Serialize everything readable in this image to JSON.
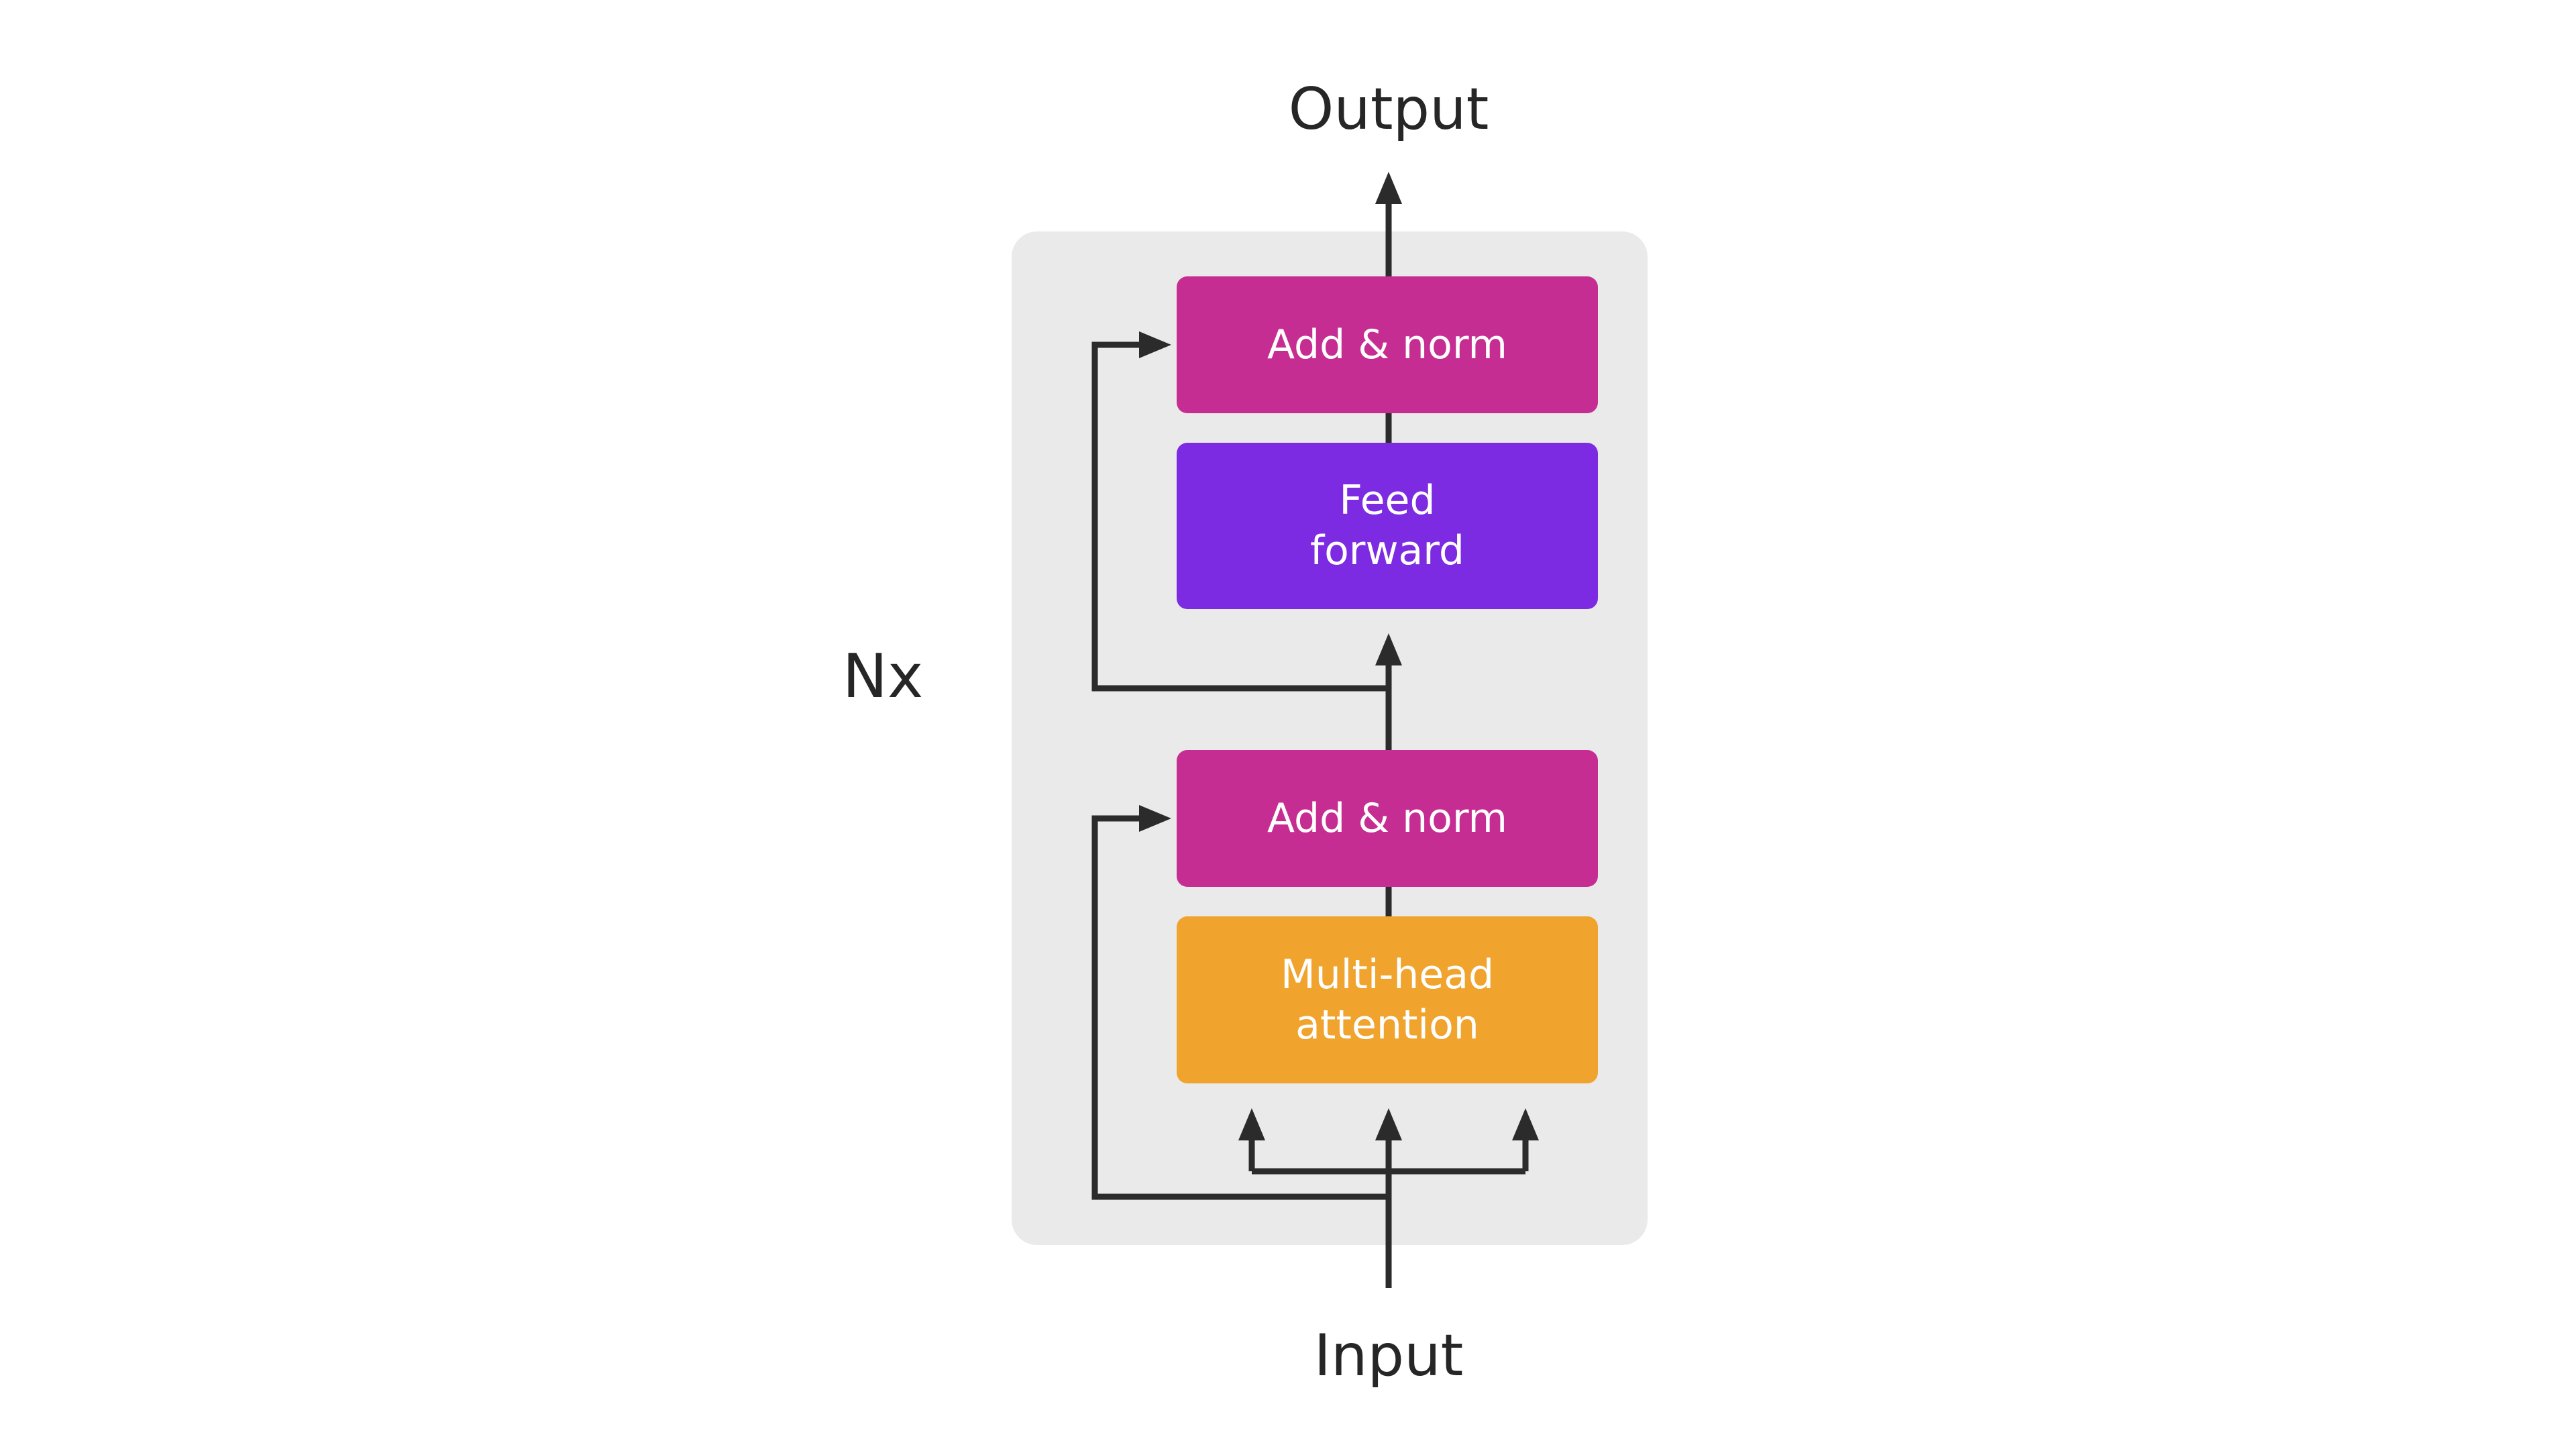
{
  "diagram": {
    "output_label": "Output",
    "input_label": "Input",
    "repeat_label": "Nx",
    "blocks": [
      {
        "id": "add-norm-top",
        "label": "Add & norm",
        "color": "#c62d92"
      },
      {
        "id": "feed-forward",
        "label": "Feed\nforward",
        "color": "#7c2be2"
      },
      {
        "id": "add-norm-bottom",
        "label": "Add & norm",
        "color": "#c62d92"
      },
      {
        "id": "multi-head-attention",
        "label": "Multi-head\nattention",
        "color": "#f0a32d"
      }
    ],
    "colors": {
      "panel_background": "#eaeaea",
      "connector": "#2b2b2b",
      "outer_text": "#262626",
      "block_text": "#ffffff"
    }
  }
}
